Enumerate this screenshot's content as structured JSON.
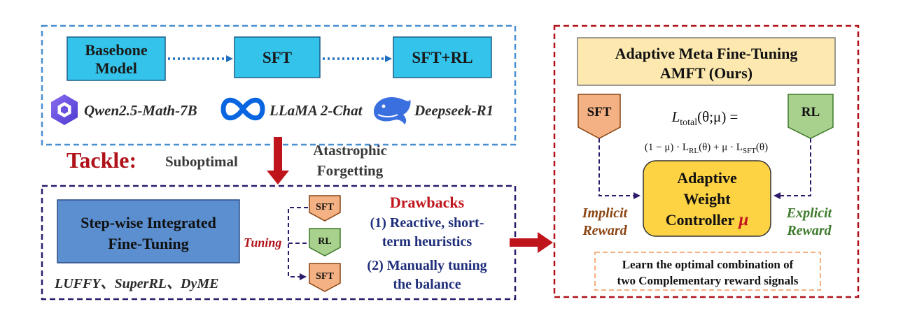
{
  "pipeline": {
    "basebone_line1": "Basebone",
    "basebone_line2": "Model",
    "sft": "SFT",
    "sft_rl": "SFT+RL"
  },
  "models": {
    "qwen": "Qwen2.5-Math-7B",
    "llama": "LLaMA 2-Chat",
    "deepseek": "Deepseek-R1"
  },
  "tackle": {
    "label": "Tackle:",
    "suboptimal": "Suboptimal",
    "forgetting_line1": "Atastrophic",
    "forgetting_line2": "Forgetting"
  },
  "stepwise": {
    "title_line1": "Step-wise Integrated",
    "title_line2": "Fine-Tuning",
    "methods": "LUFFY、SuperRL、DyME",
    "tuning_label": "Tuning",
    "stack": [
      "SFT",
      "RL",
      "SFT"
    ]
  },
  "drawbacks": {
    "title": "Drawbacks",
    "item1_line1": "(1) Reactive, short-",
    "item1_line2": "term heuristics",
    "item2_line1": "(2) Manually tuning",
    "item2_line2": "the balance"
  },
  "amft": {
    "title_line1": "Adaptive Meta Fine-Tuning",
    "title_line2": "AMFT  (Ours)",
    "sft": "SFT",
    "rl": "RL",
    "formula_L": "L",
    "formula_total_sub": "total",
    "formula_lhs_rest": "(θ;μ) =",
    "formula_rhs_a": "(1 − μ) · L",
    "formula_rl_sub": "RL",
    "formula_rhs_b": "(θ) + μ · L",
    "formula_sft_sub": "SFT",
    "formula_rhs_c": "(θ)",
    "controller_line1": "Adaptive",
    "controller_line2": "Weight",
    "controller_line3": "Controller",
    "controller_mu": "μ",
    "implicit_line1": "Implicit",
    "implicit_line2": "Reward",
    "explicit_line1": "Explicit",
    "explicit_line2": "Reward",
    "learn_line1": "Learn the optimal combination of",
    "learn_line2": "two Complementary reward signals"
  },
  "icons": [
    "qwen-logo-icon",
    "meta-infinity-logo-icon",
    "deepseek-whale-logo-icon"
  ],
  "colors": {
    "blue_box": "#33c3eb",
    "blue_dashed": "#4a8fd0",
    "dark_red": "#b0121a",
    "purple_dashed": "#2d1a6b",
    "stepwise_fill": "#5b8fd0",
    "amft_title_fill": "#fde9b0",
    "sft_orange": "#f4b183",
    "rl_green": "#a9d18e",
    "controller_fill": "#fdd243",
    "navy_text": "#1f2e7a",
    "brown_text": "#8a4513",
    "green_text": "#3d7a2b"
  }
}
